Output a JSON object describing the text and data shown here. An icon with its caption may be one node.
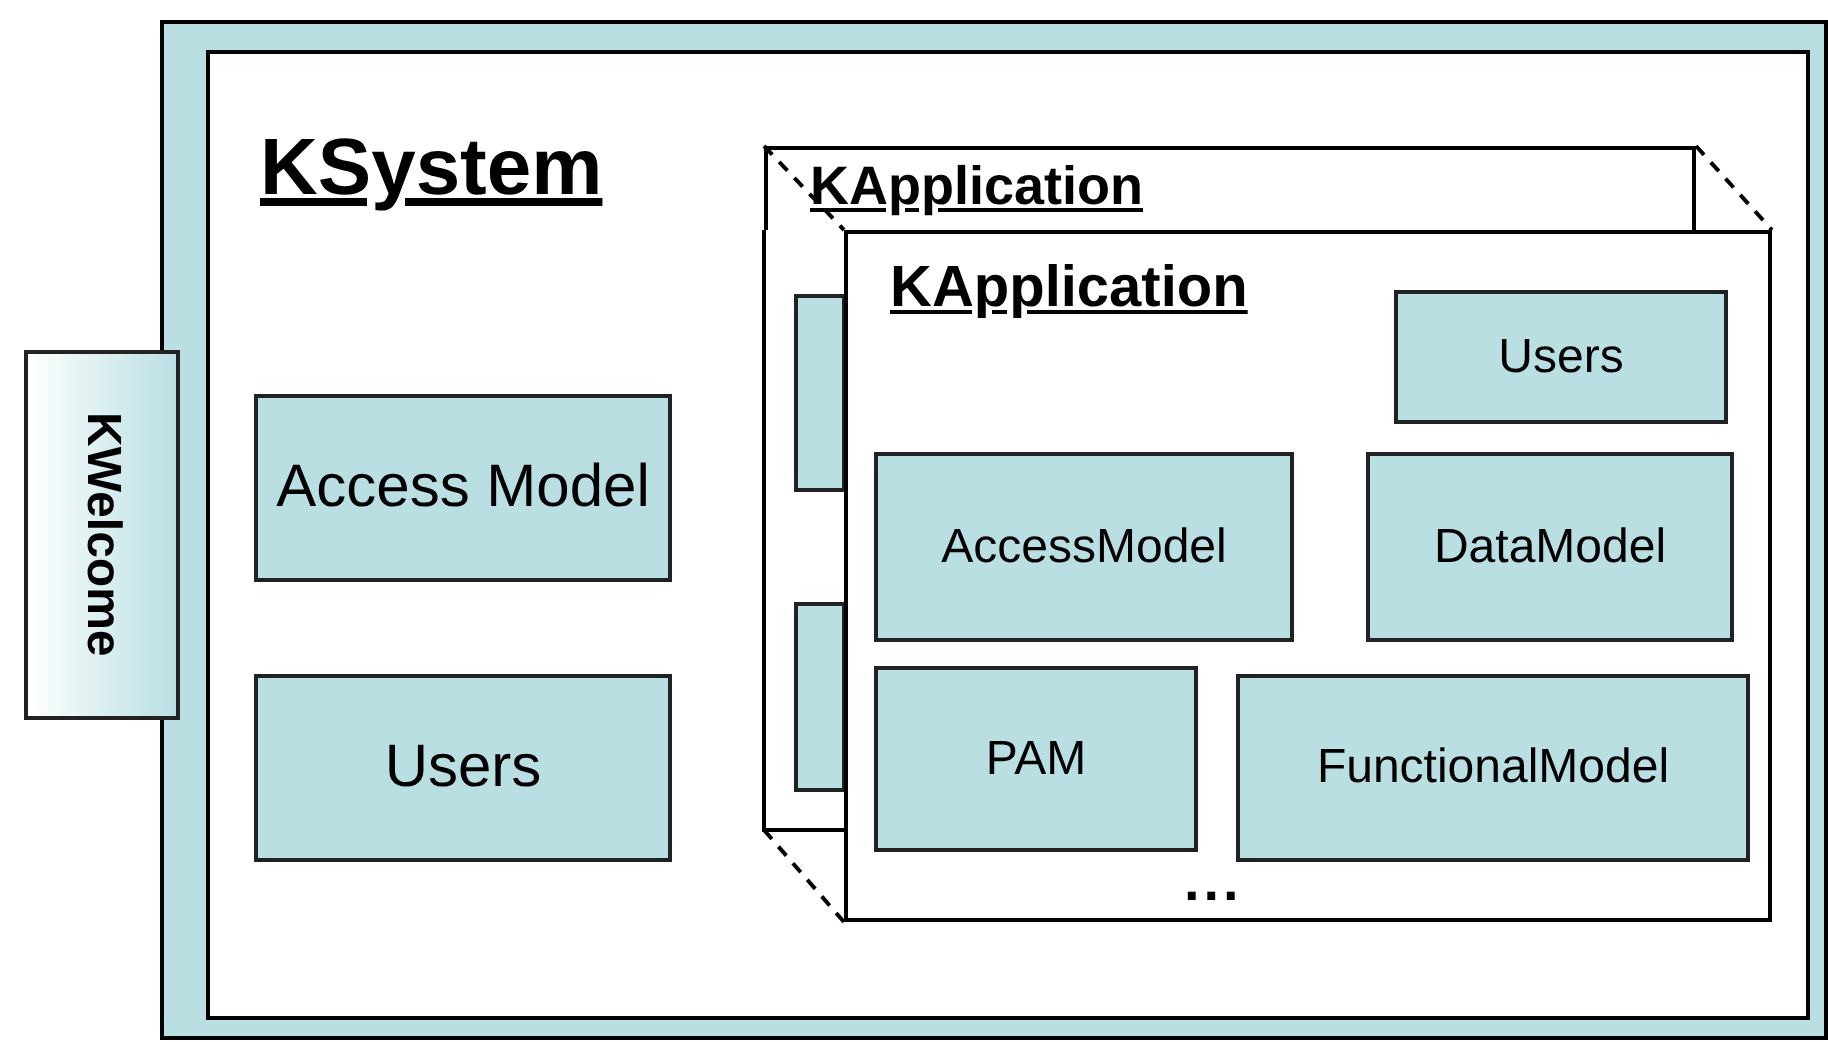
{
  "diagram": {
    "nodes": [
      {
        "text": [
          "KSystem"
        ]
      },
      {
        "text": [
          "KWelcome"
        ]
      },
      {
        "text": [
          "Access Model"
        ],
        "in": 0
      },
      {
        "text": [
          "Users"
        ],
        "in": 0
      },
      {
        "text": [
          "KApplication"
        ],
        "in": 0
      },
      {
        "text": [
          "KApplication",
          "..."
        ],
        "in": 0
      },
      {
        "text": [
          "Users"
        ],
        "in": 5
      },
      {
        "text": [
          "AccessModel"
        ],
        "in": 5
      },
      {
        "text": [
          "DataModel"
        ],
        "in": 5
      },
      {
        "text": [
          "PAM"
        ],
        "in": 5
      },
      {
        "text": [
          "FunctionalModel"
        ],
        "in": 5
      }
    ],
    "edges": [
      {
        "from": 4,
        "to": 5,
        "arrow": "none",
        "style": "dashed"
      },
      {
        "from": 4,
        "to": 5,
        "arrow": "none",
        "style": "dashed"
      }
    ]
  }
}
